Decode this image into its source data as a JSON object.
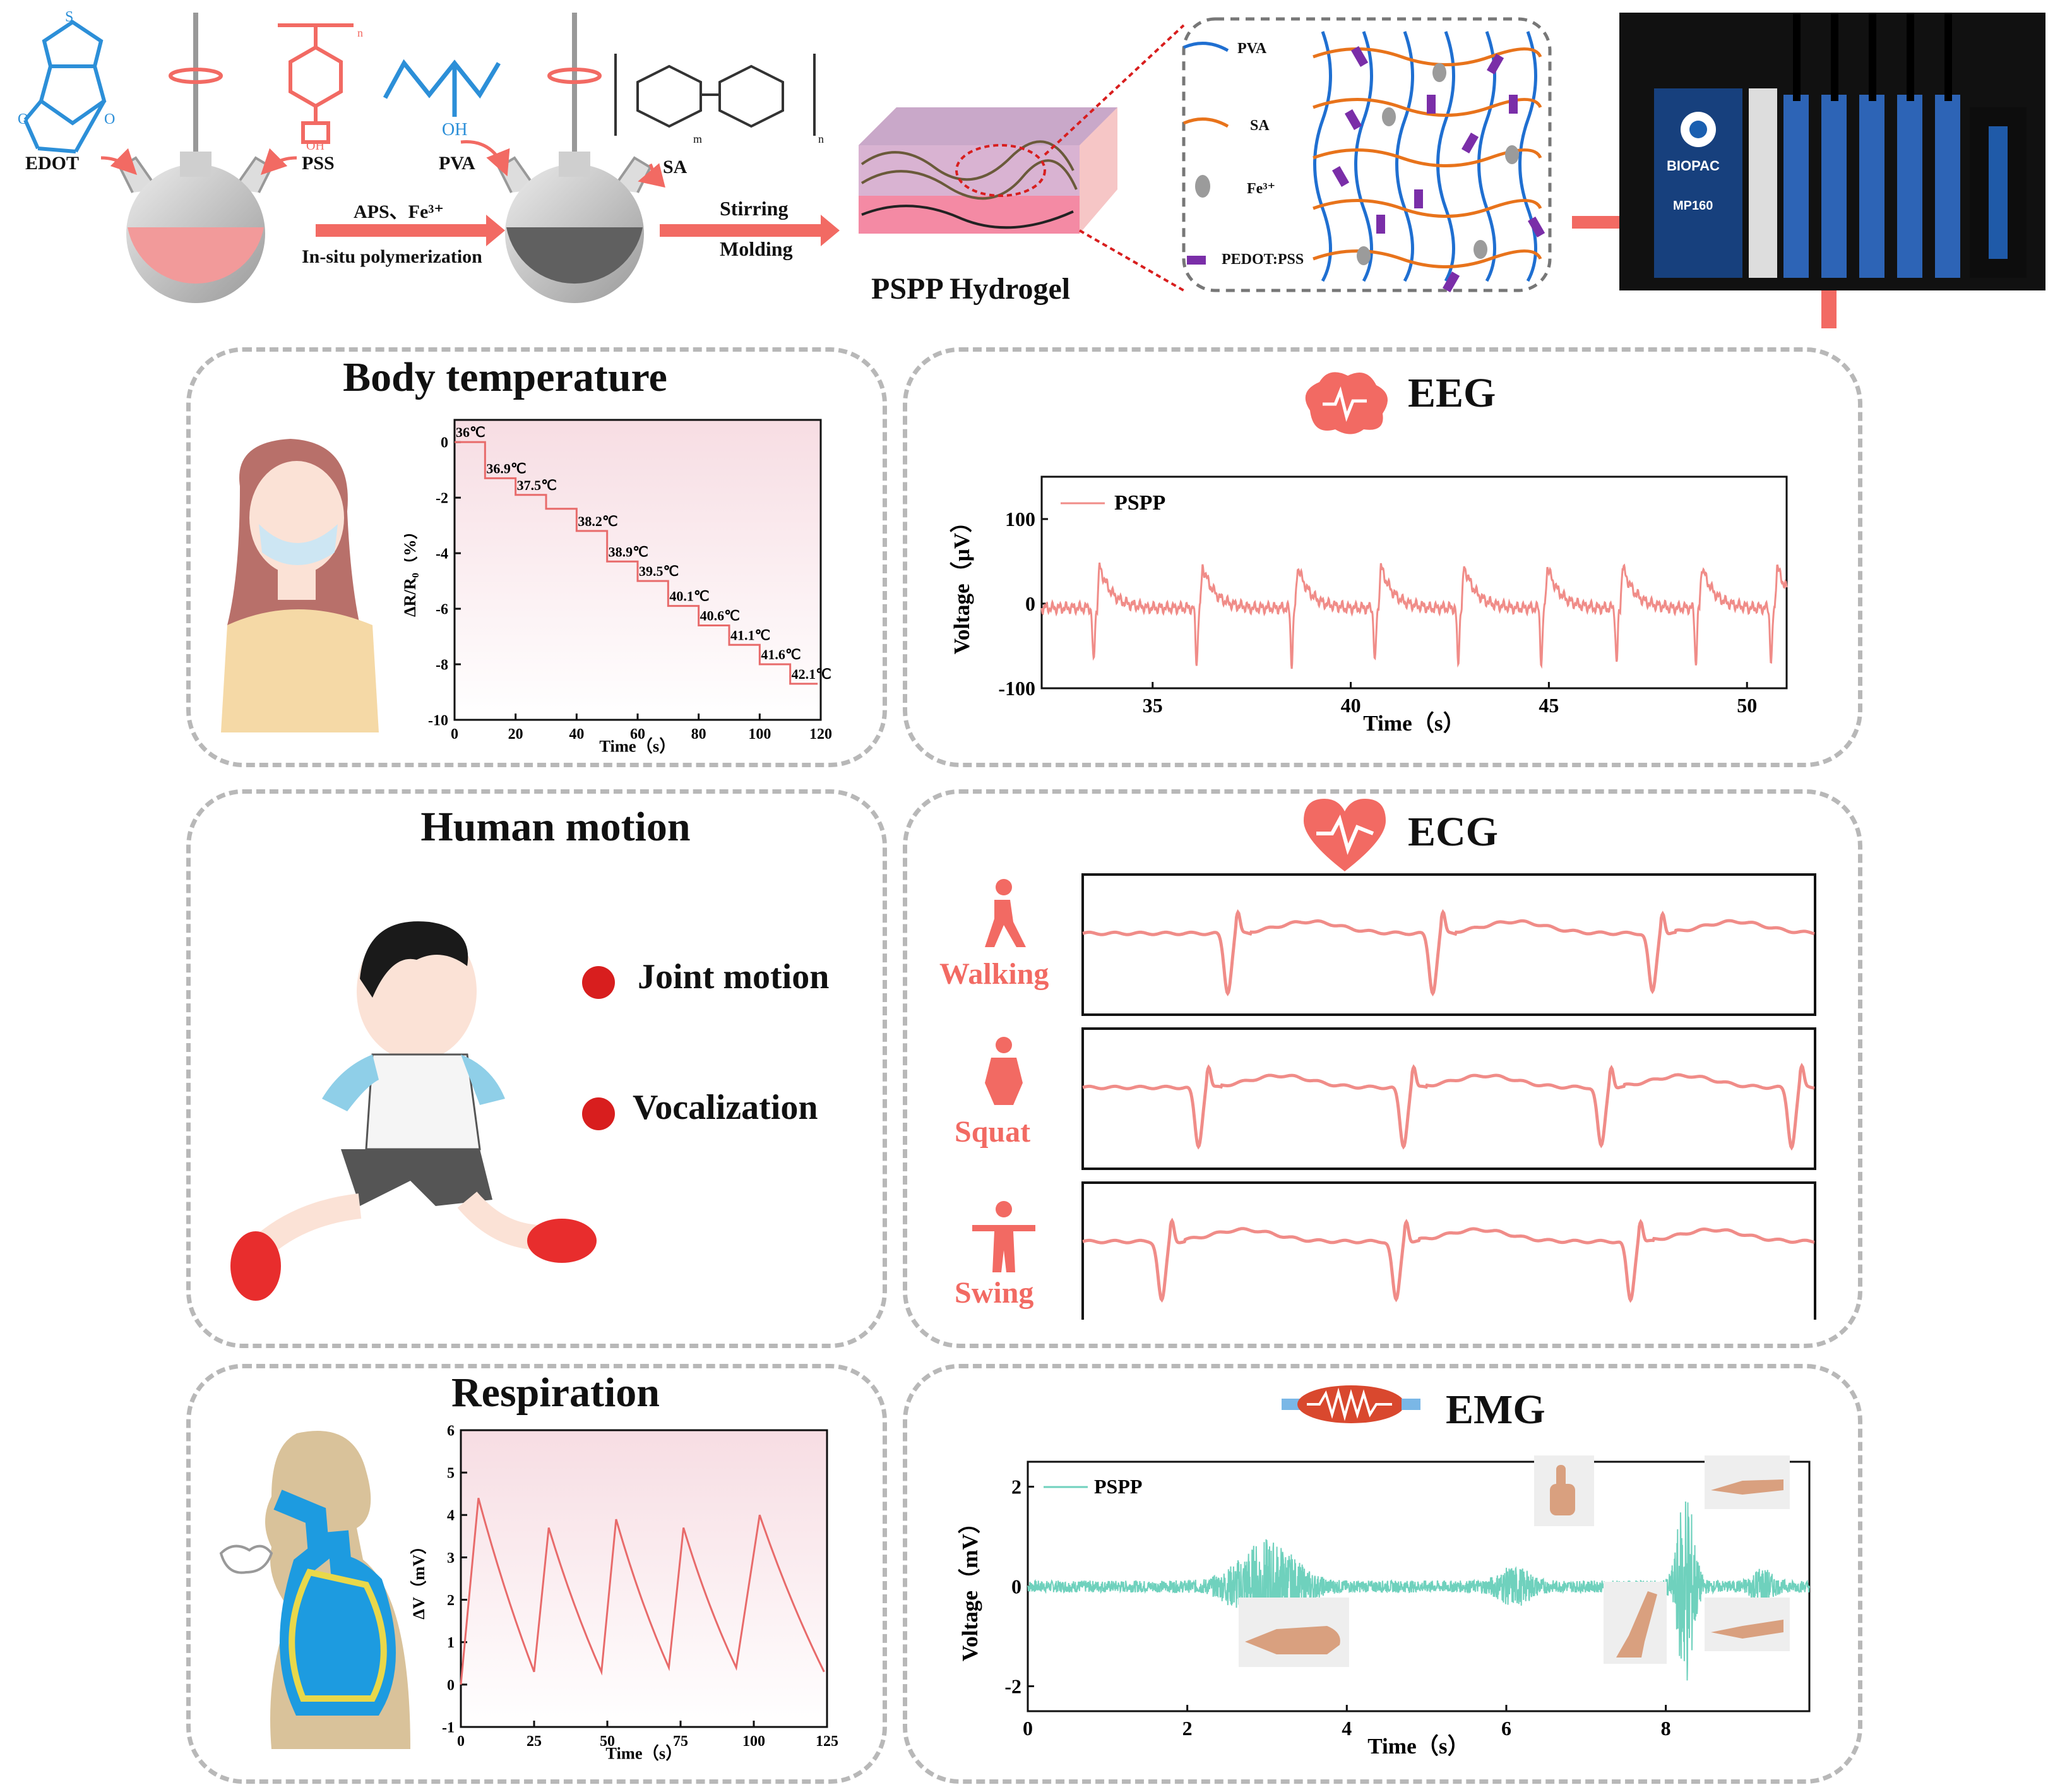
{
  "synthesis": {
    "reagents": [
      "EDOT",
      "PSS",
      "PVA",
      "SA"
    ],
    "structure_labels": {
      "s": "S",
      "o": "O",
      "oh": "OH",
      "n": "n",
      "m": "m"
    },
    "step1_top": "APS、Fe³⁺",
    "step1_bottom": "In-situ polymerization",
    "step2_top": "Stirring",
    "step2_bottom": "Molding",
    "hydrogel_label": "PSPP Hydrogel",
    "legend": [
      "PVA",
      "SA",
      "Fe³⁺",
      "PEDOT:PSS"
    ],
    "device": {
      "brand": "BIOPAC",
      "model": "MP160"
    }
  },
  "panels": {
    "body_temp": {
      "title": "Body temperature"
    },
    "eeg": {
      "title": "EEG"
    },
    "human_motion": {
      "title": "Human motion",
      "bullets": [
        "Joint motion",
        "Vocalization"
      ],
      "bullet_color": "#d81e1e"
    },
    "ecg": {
      "title": "ECG",
      "rows": [
        "Walking",
        "Squat",
        "Swing"
      ]
    },
    "respiration": {
      "title": "Respiration"
    },
    "emg": {
      "title": "EMG"
    }
  },
  "colors": {
    "accent": "#f26a63",
    "signal_red": "#f08c88",
    "signal_teal": "#6fd1bd",
    "pva": "#1f6fd1",
    "sa": "#e8731b",
    "pedot": "#7a2ea8"
  },
  "chart_data": [
    {
      "id": "temp",
      "type": "line",
      "xlabel": "Time（s）",
      "ylabel": "ΔR/R₀（%）",
      "xlim": [
        0,
        120
      ],
      "ylim": [
        -10,
        0.8
      ],
      "xticks": [
        0,
        20,
        40,
        60,
        80,
        100,
        120
      ],
      "yticks": [
        0,
        -2,
        -4,
        -6,
        -8,
        -10
      ],
      "steps": [
        {
          "t0": 0,
          "t1": 10,
          "y": 0,
          "label": "36℃"
        },
        {
          "t0": 10,
          "t1": 20,
          "y": -1.3,
          "label": "36.9℃"
        },
        {
          "t0": 20,
          "t1": 30,
          "y": -1.9,
          "label": "37.5℃"
        },
        {
          "t0": 30,
          "t1": 40,
          "y": -2.4,
          "label": ""
        },
        {
          "t0": 40,
          "t1": 50,
          "y": -3.2,
          "label": "38.2℃"
        },
        {
          "t0": 50,
          "t1": 60,
          "y": -4.3,
          "label": "38.9℃"
        },
        {
          "t0": 60,
          "t1": 70,
          "y": -5.0,
          "label": "39.5℃"
        },
        {
          "t0": 70,
          "t1": 80,
          "y": -5.9,
          "label": "40.1℃"
        },
        {
          "t0": 80,
          "t1": 90,
          "y": -6.6,
          "label": "40.6℃"
        },
        {
          "t0": 90,
          "t1": 100,
          "y": -7.3,
          "label": "41.1℃"
        },
        {
          "t0": 100,
          "t1": 110,
          "y": -8.0,
          "label": "41.6℃"
        },
        {
          "t0": 110,
          "t1": 119,
          "y": -8.7,
          "label": "42.1℃"
        }
      ]
    },
    {
      "id": "eeg",
      "type": "line",
      "xlabel": "Time（s）",
      "ylabel": "Voltage（μV）",
      "xlim": [
        32.2,
        51
      ],
      "ylim": [
        -100,
        150
      ],
      "xticks": [
        35,
        40,
        45,
        50
      ],
      "yticks": [
        100,
        0,
        -100
      ],
      "series": [
        {
          "name": "PSPP",
          "beat_times": [
            33.6,
            36.2,
            38.6,
            40.7,
            42.8,
            44.9,
            46.8,
            48.8,
            50.7
          ]
        }
      ]
    },
    {
      "id": "ecg",
      "type": "line",
      "rows": [
        {
          "name": "Walking",
          "beat_times": [
            0.21,
            0.49,
            0.79
          ]
        },
        {
          "name": "Squat",
          "beat_times": [
            0.17,
            0.45,
            0.72,
            0.98
          ]
        },
        {
          "name": "Swing",
          "beat_times": [
            0.12,
            0.44,
            0.76
          ]
        }
      ]
    },
    {
      "id": "resp",
      "type": "line",
      "xlabel": "Time（s）",
      "ylabel": "ΔV（mV）",
      "xlim": [
        0,
        125
      ],
      "ylim": [
        -1,
        6
      ],
      "xticks": [
        0,
        25,
        50,
        75,
        100,
        125
      ],
      "yticks": [
        6,
        5,
        4,
        3,
        2,
        1,
        0,
        -1
      ],
      "cycles": [
        {
          "t_peak": 6,
          "peak": 4.4,
          "t_end": 25,
          "end": 0.3
        },
        {
          "t_peak": 30,
          "peak": 3.7,
          "t_end": 48,
          "end": 0.3
        },
        {
          "t_peak": 53,
          "peak": 3.9,
          "t_end": 71,
          "end": 0.4
        },
        {
          "t_peak": 76,
          "peak": 3.7,
          "t_end": 94,
          "end": 0.4
        },
        {
          "t_peak": 102,
          "peak": 4.0,
          "t_end": 124,
          "end": 0.3
        }
      ]
    },
    {
      "id": "emg",
      "type": "line",
      "xlabel": "Time（s）",
      "ylabel": "Voltage（mV）",
      "xlim": [
        0,
        9.8
      ],
      "ylim": [
        -2.5,
        2.5
      ],
      "xticks": [
        0,
        2,
        4,
        6,
        8
      ],
      "yticks": [
        2,
        0,
        -2
      ],
      "series": [
        {
          "name": "PSPP",
          "bursts": [
            {
              "t": 3.0,
              "amp": 0.85,
              "width": 0.9
            },
            {
              "t": 6.1,
              "amp": 0.3,
              "width": 0.5
            },
            {
              "t": 8.25,
              "amp": 2.0,
              "width": 0.25
            },
            {
              "t": 9.2,
              "amp": 0.3,
              "width": 0.3
            }
          ]
        }
      ]
    }
  ]
}
